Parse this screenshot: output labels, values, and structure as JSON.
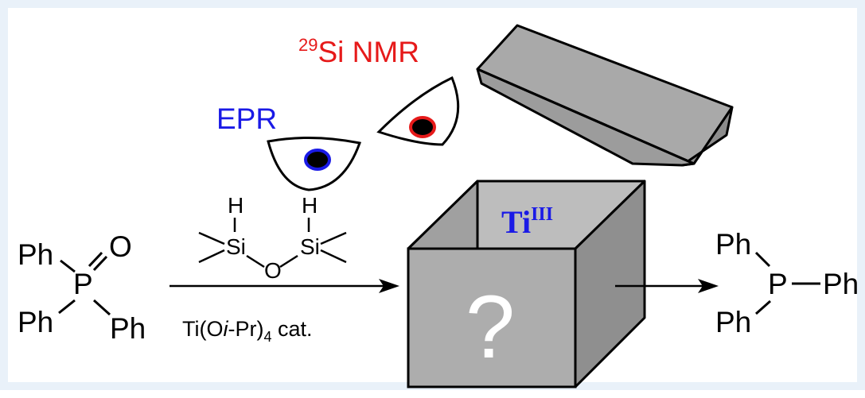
{
  "colors": {
    "frame": "#e9f1f9",
    "epr": "#1a1ae6",
    "nmr": "#e61a1a",
    "ti": "#1a1ae6",
    "box_front": "#adadad",
    "box_side": "#8f8f8f",
    "box_inside": "#bdbdbd",
    "question": "#ffffff"
  },
  "labels": {
    "nmr_superscript": "29",
    "nmr_text": "Si NMR",
    "epr": "EPR",
    "ti_main": "Ti",
    "ti_superscript": "III",
    "question_mark": "?"
  },
  "reactant": {
    "ph_top_left": "Ph",
    "o": "O",
    "p": "P",
    "ph_bottom_left": "Ph",
    "ph_bottom_right": "Ph"
  },
  "reagent": {
    "h_left": "H",
    "h_right": "H",
    "si_left": "Si",
    "o": "O",
    "si_right": "Si",
    "catalyst_prefix": "Ti(O",
    "catalyst_italic": "i",
    "catalyst_middle": "-Pr)",
    "catalyst_subscript": "4",
    "catalyst_suffix": " cat."
  },
  "product": {
    "ph_top": "Ph",
    "p": "P",
    "ph_right": "Ph",
    "ph_bottom": "Ph"
  },
  "icons": {
    "left_eye": "eye-icon",
    "right_eye": "eye-icon",
    "box": "open-box-icon",
    "lid": "box-lid-icon"
  }
}
